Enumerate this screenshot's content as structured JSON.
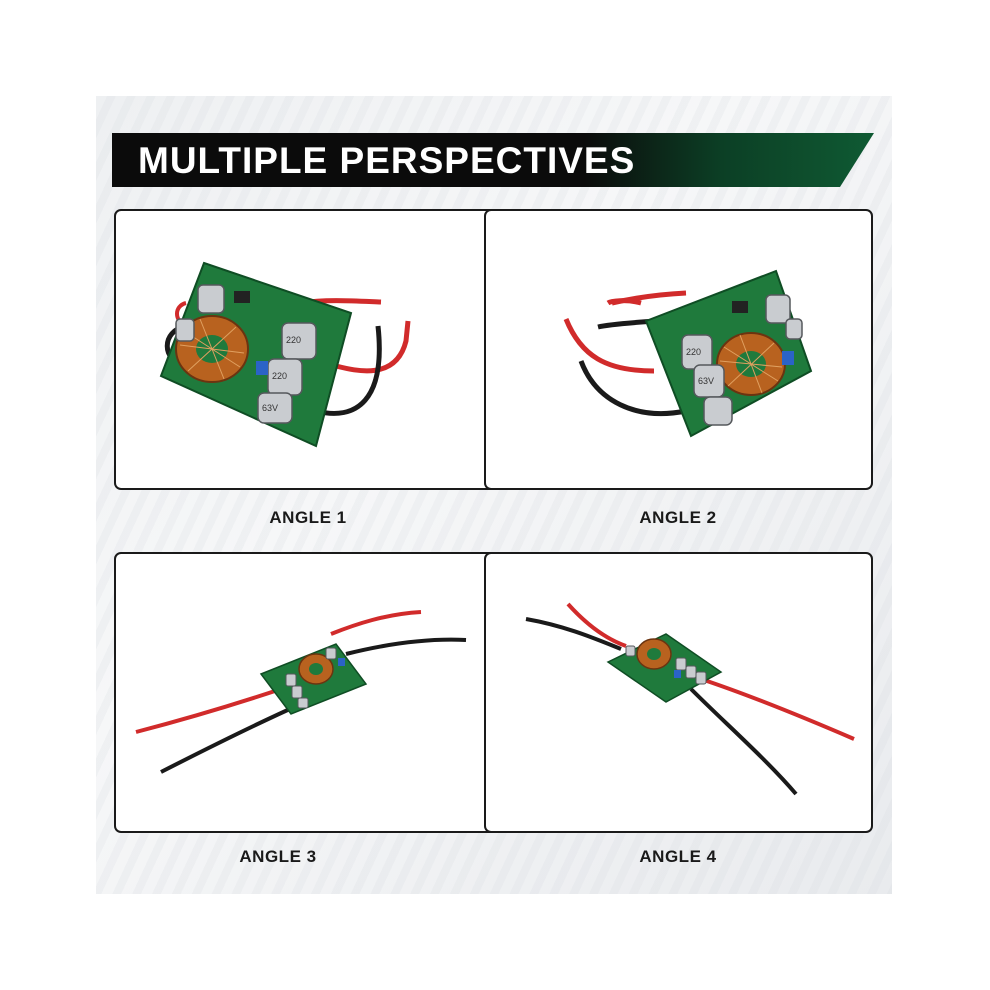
{
  "banner": {
    "title": "MULTIPLE PERSPECTIVES",
    "colors": {
      "dark": "#0d0d0d",
      "green": "#0f5a33"
    }
  },
  "panels": [
    {
      "caption": "ANGLE 1",
      "image": "pcb-module-photo-angle-1"
    },
    {
      "caption": "ANGLE 2",
      "image": "pcb-module-photo-angle-2"
    },
    {
      "caption": "ANGLE 3",
      "image": "pcb-module-photo-angle-3"
    },
    {
      "caption": "ANGLE 4",
      "image": "pcb-module-photo-angle-4"
    }
  ],
  "pcb_labels": {
    "cap_a": "220",
    "cap_b": "63V"
  }
}
